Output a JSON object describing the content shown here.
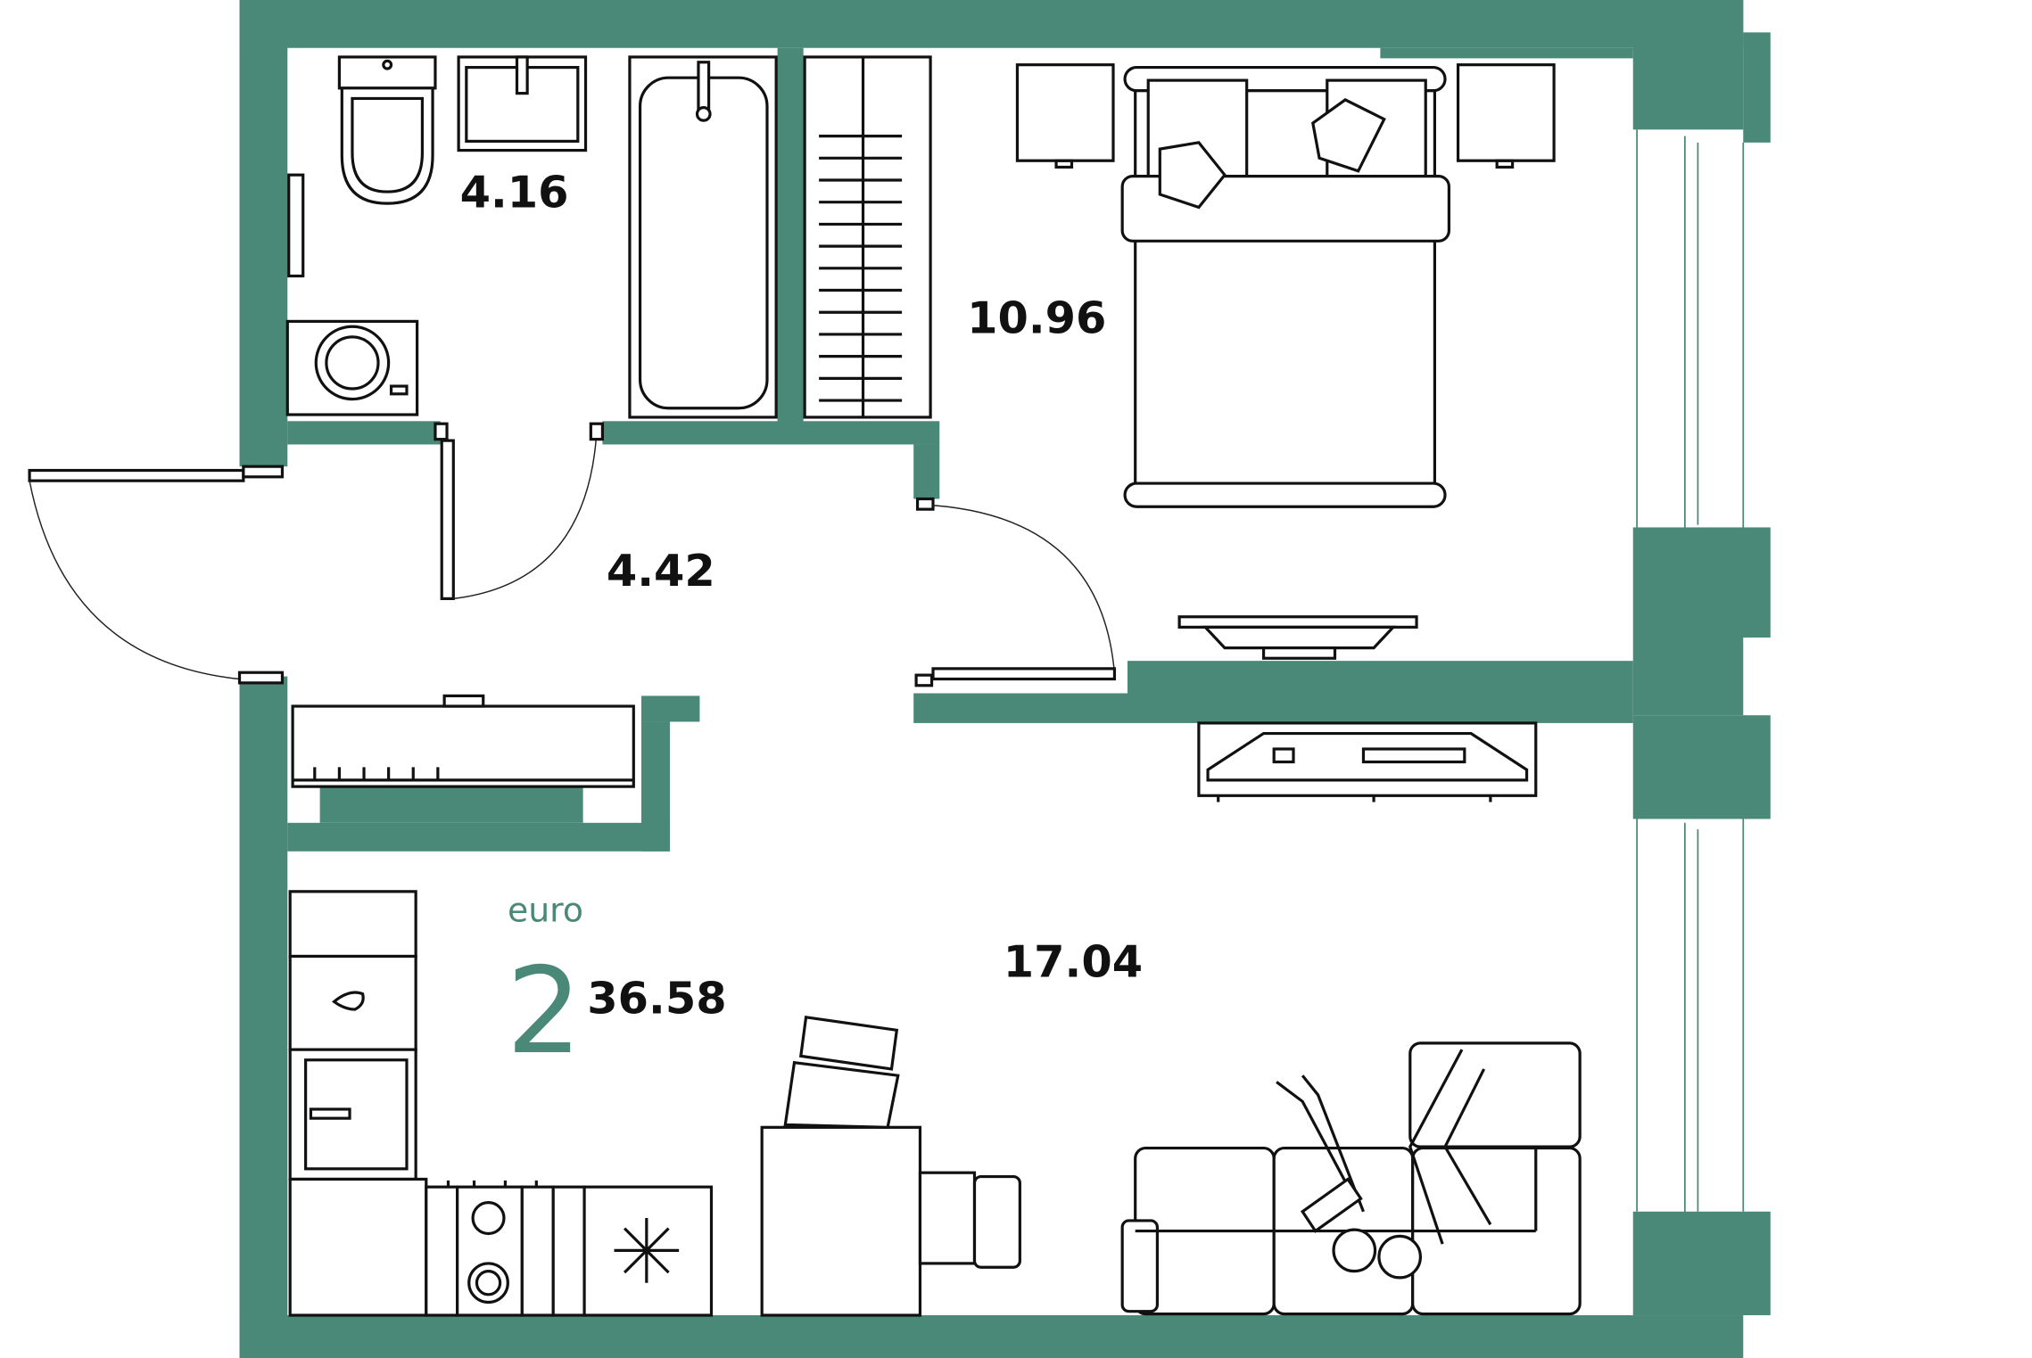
{
  "plan": {
    "type_label": "euro",
    "rooms_count": "2",
    "total_area": "36.58",
    "wall_color": "#4a8878"
  },
  "rooms": [
    {
      "name": "bathroom",
      "area": "4.16"
    },
    {
      "name": "bedroom",
      "area": "10.96"
    },
    {
      "name": "hallway",
      "area": "4.42"
    },
    {
      "name": "living-kitchen",
      "area": "17.04"
    }
  ]
}
